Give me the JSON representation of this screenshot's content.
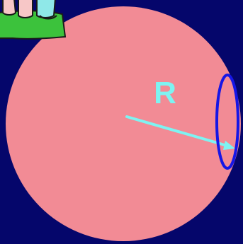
{
  "diagram": {
    "radius_label": "R",
    "colors": {
      "background": "#05066b",
      "circle_fill": "#f28b95",
      "radius_arrow": "#7ef3f2",
      "ring": "#1616e6",
      "ground": "#3cc23c",
      "figure_skin": "#f7c7c7",
      "figure_leg": "#8fe8e8",
      "outline": "#1a1a1a"
    },
    "elements": {
      "figure": "cartoon-figure-on-grass",
      "circle": "pink-circle",
      "arrow": "radius-arrow",
      "ring": "blue-ring"
    }
  }
}
